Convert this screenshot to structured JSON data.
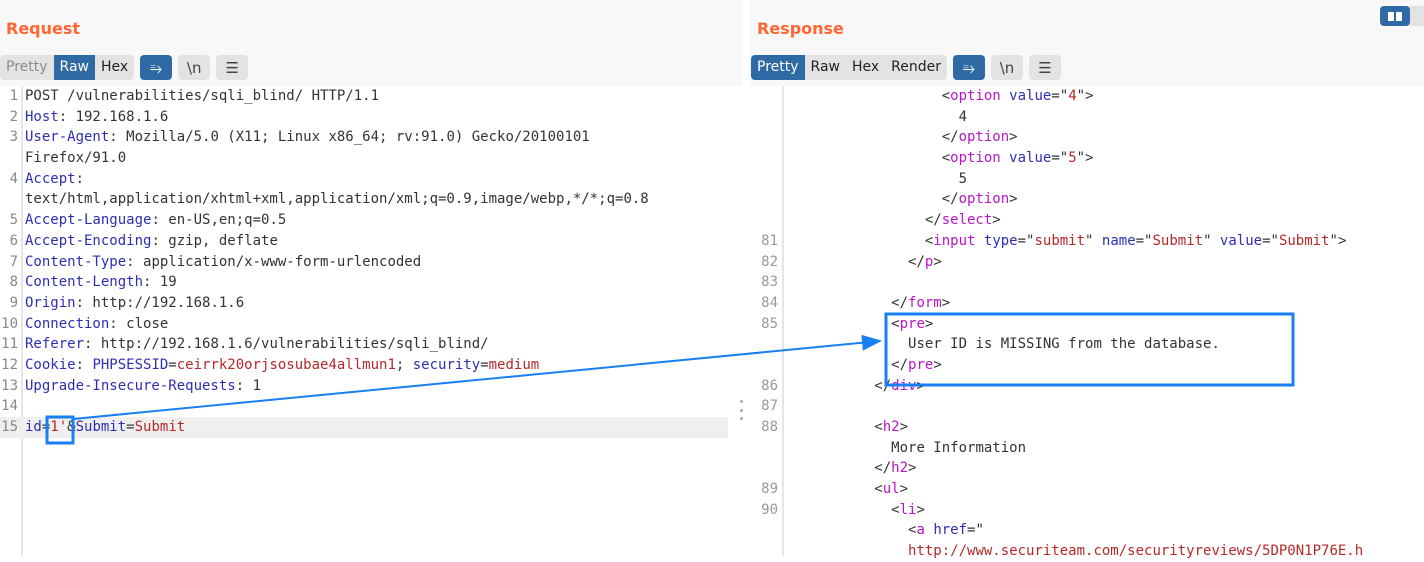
{
  "request": {
    "title": "Request",
    "view_tabs": [
      {
        "label": "Pretty",
        "state": "disabled"
      },
      {
        "label": "Raw",
        "state": "active"
      },
      {
        "label": "Hex",
        "state": "normal"
      }
    ],
    "wrap_icon": "⥱",
    "newline_label": "\\n",
    "menu_icon": "☰",
    "lines": [
      {
        "n": "1",
        "parts": [
          {
            "t": "POST /vulnerabilities/sqli_blind/ HTTP/1.1",
            "c": ""
          }
        ]
      },
      {
        "n": "2",
        "parts": [
          {
            "t": "Host",
            "c": "k"
          },
          {
            "t": ": 192.168.1.6",
            "c": ""
          }
        ]
      },
      {
        "n": "3",
        "parts": [
          {
            "t": "User-Agent",
            "c": "k"
          },
          {
            "t": ": Mozilla/5.0 (X11; Linux x86_64; rv:91.0) Gecko/20100101",
            "c": ""
          }
        ]
      },
      {
        "n": "",
        "parts": [
          {
            "t": "Firefox/91.0",
            "c": ""
          }
        ]
      },
      {
        "n": "4",
        "parts": [
          {
            "t": "Accept",
            "c": "k"
          },
          {
            "t": ":",
            "c": ""
          }
        ]
      },
      {
        "n": "",
        "parts": [
          {
            "t": "text/html,application/xhtml+xml,application/xml;q=0.9,image/webp,*/*;q=0.8",
            "c": ""
          }
        ]
      },
      {
        "n": "5",
        "parts": [
          {
            "t": "Accept-Language",
            "c": "k"
          },
          {
            "t": ": en-US,en;q=0.5",
            "c": ""
          }
        ]
      },
      {
        "n": "6",
        "parts": [
          {
            "t": "Accept-Encoding",
            "c": "k"
          },
          {
            "t": ": gzip, deflate",
            "c": ""
          }
        ]
      },
      {
        "n": "7",
        "parts": [
          {
            "t": "Content-Type",
            "c": "k"
          },
          {
            "t": ": application/x-www-form-urlencoded",
            "c": ""
          }
        ]
      },
      {
        "n": "8",
        "parts": [
          {
            "t": "Content-Length",
            "c": "k"
          },
          {
            "t": ": 19",
            "c": ""
          }
        ]
      },
      {
        "n": "9",
        "parts": [
          {
            "t": "Origin",
            "c": "k"
          },
          {
            "t": ": http://192.168.1.6",
            "c": ""
          }
        ]
      },
      {
        "n": "10",
        "parts": [
          {
            "t": "Connection",
            "c": "k"
          },
          {
            "t": ": close",
            "c": ""
          }
        ]
      },
      {
        "n": "11",
        "parts": [
          {
            "t": "Referer",
            "c": "k"
          },
          {
            "t": ": http://192.168.1.6/vulnerabilities/sqli_blind/",
            "c": ""
          }
        ]
      },
      {
        "n": "12",
        "parts": [
          {
            "t": "Cookie",
            "c": "k"
          },
          {
            "t": ": ",
            "c": ""
          },
          {
            "t": "PHPSESSID",
            "c": "k"
          },
          {
            "t": "=",
            "c": ""
          },
          {
            "t": "ceirrk20orjsosubae4allmun1",
            "c": "v"
          },
          {
            "t": "; ",
            "c": ""
          },
          {
            "t": "security",
            "c": "k"
          },
          {
            "t": "=",
            "c": ""
          },
          {
            "t": "medium",
            "c": "v"
          }
        ]
      },
      {
        "n": "13",
        "parts": [
          {
            "t": "Upgrade-Insecure-Requests",
            "c": "k"
          },
          {
            "t": ": 1",
            "c": ""
          }
        ]
      },
      {
        "n": "14",
        "parts": []
      },
      {
        "n": "15",
        "hl": true,
        "parts": [
          {
            "t": "id",
            "c": "k"
          },
          {
            "t": "=",
            "c": ""
          },
          {
            "t": "1'",
            "c": "v"
          },
          {
            "t": "&",
            "c": ""
          },
          {
            "t": "Submit",
            "c": "k"
          },
          {
            "t": "=",
            "c": ""
          },
          {
            "t": "Submit",
            "c": "v"
          }
        ]
      }
    ]
  },
  "response": {
    "title": "Response",
    "view_tabs": [
      {
        "label": "Pretty",
        "state": "active"
      },
      {
        "label": "Raw",
        "state": "normal"
      },
      {
        "label": "Hex",
        "state": "normal"
      },
      {
        "label": "Render",
        "state": "normal"
      }
    ],
    "wrap_icon": "⥱",
    "newline_label": "\\n",
    "menu_icon": "☰",
    "lines": [
      {
        "n": "",
        "indent": 18,
        "parts": [
          {
            "t": "<",
            "c": ""
          },
          {
            "t": "option",
            "c": "tag"
          },
          {
            "t": " ",
            "c": ""
          },
          {
            "t": "value",
            "c": "attr"
          },
          {
            "t": "=\"",
            "c": ""
          },
          {
            "t": "4",
            "c": "str"
          },
          {
            "t": "\">",
            "c": ""
          }
        ]
      },
      {
        "n": "",
        "indent": 20,
        "parts": [
          {
            "t": "4",
            "c": ""
          }
        ]
      },
      {
        "n": "",
        "indent": 18,
        "parts": [
          {
            "t": "</",
            "c": ""
          },
          {
            "t": "option",
            "c": "tag"
          },
          {
            "t": ">",
            "c": ""
          }
        ]
      },
      {
        "n": "",
        "indent": 18,
        "parts": [
          {
            "t": "<",
            "c": ""
          },
          {
            "t": "option",
            "c": "tag"
          },
          {
            "t": " ",
            "c": ""
          },
          {
            "t": "value",
            "c": "attr"
          },
          {
            "t": "=\"",
            "c": ""
          },
          {
            "t": "5",
            "c": "str"
          },
          {
            "t": "\">",
            "c": ""
          }
        ]
      },
      {
        "n": "",
        "indent": 20,
        "parts": [
          {
            "t": "5",
            "c": ""
          }
        ]
      },
      {
        "n": "",
        "indent": 18,
        "parts": [
          {
            "t": "</",
            "c": ""
          },
          {
            "t": "option",
            "c": "tag"
          },
          {
            "t": ">",
            "c": ""
          }
        ]
      },
      {
        "n": "",
        "indent": 16,
        "parts": [
          {
            "t": "</",
            "c": ""
          },
          {
            "t": "select",
            "c": "tag"
          },
          {
            "t": ">",
            "c": ""
          }
        ]
      },
      {
        "n": "81",
        "indent": 16,
        "parts": [
          {
            "t": "<",
            "c": ""
          },
          {
            "t": "input",
            "c": "tag"
          },
          {
            "t": " ",
            "c": ""
          },
          {
            "t": "type",
            "c": "attr"
          },
          {
            "t": "=\"",
            "c": ""
          },
          {
            "t": "submit",
            "c": "str"
          },
          {
            "t": "\" ",
            "c": ""
          },
          {
            "t": "name",
            "c": "attr"
          },
          {
            "t": "=\"",
            "c": ""
          },
          {
            "t": "Submit",
            "c": "str"
          },
          {
            "t": "\" ",
            "c": ""
          },
          {
            "t": "value",
            "c": "attr"
          },
          {
            "t": "=\"",
            "c": ""
          },
          {
            "t": "Submit",
            "c": "str"
          },
          {
            "t": "\">",
            "c": ""
          }
        ]
      },
      {
        "n": "82",
        "indent": 14,
        "parts": [
          {
            "t": "</",
            "c": ""
          },
          {
            "t": "p",
            "c": "tag"
          },
          {
            "t": ">",
            "c": ""
          }
        ]
      },
      {
        "n": "83",
        "indent": 0,
        "parts": []
      },
      {
        "n": "84",
        "indent": 12,
        "parts": [
          {
            "t": "</",
            "c": ""
          },
          {
            "t": "form",
            "c": "tag"
          },
          {
            "t": ">",
            "c": ""
          }
        ]
      },
      {
        "n": "85",
        "indent": 12,
        "parts": [
          {
            "t": "<",
            "c": ""
          },
          {
            "t": "pre",
            "c": "tag"
          },
          {
            "t": ">",
            "c": ""
          }
        ]
      },
      {
        "n": "",
        "indent": 14,
        "parts": [
          {
            "t": "User ID is MISSING from the database.",
            "c": ""
          }
        ]
      },
      {
        "n": "",
        "indent": 12,
        "parts": [
          {
            "t": "</",
            "c": ""
          },
          {
            "t": "pre",
            "c": "tag"
          },
          {
            "t": ">",
            "c": ""
          }
        ]
      },
      {
        "n": "86",
        "indent": 10,
        "parts": [
          {
            "t": "</",
            "c": ""
          },
          {
            "t": "div",
            "c": "tag"
          },
          {
            "t": ">",
            "c": ""
          }
        ]
      },
      {
        "n": "87",
        "indent": 0,
        "parts": []
      },
      {
        "n": "88",
        "indent": 10,
        "parts": [
          {
            "t": "<",
            "c": ""
          },
          {
            "t": "h2",
            "c": "tag"
          },
          {
            "t": ">",
            "c": ""
          }
        ]
      },
      {
        "n": "",
        "indent": 12,
        "parts": [
          {
            "t": "More Information",
            "c": ""
          }
        ]
      },
      {
        "n": "",
        "indent": 10,
        "parts": [
          {
            "t": "</",
            "c": ""
          },
          {
            "t": "h2",
            "c": "tag"
          },
          {
            "t": ">",
            "c": ""
          }
        ]
      },
      {
        "n": "89",
        "indent": 10,
        "parts": [
          {
            "t": "<",
            "c": ""
          },
          {
            "t": "ul",
            "c": "tag"
          },
          {
            "t": ">",
            "c": ""
          }
        ]
      },
      {
        "n": "90",
        "indent": 12,
        "parts": [
          {
            "t": "<",
            "c": ""
          },
          {
            "t": "li",
            "c": "tag"
          },
          {
            "t": ">",
            "c": ""
          }
        ]
      },
      {
        "n": "",
        "indent": 14,
        "parts": [
          {
            "t": "<",
            "c": ""
          },
          {
            "t": "a",
            "c": "tag"
          },
          {
            "t": " ",
            "c": ""
          },
          {
            "t": "href",
            "c": "attr"
          },
          {
            "t": "=\"",
            "c": ""
          }
        ]
      },
      {
        "n": "",
        "indent": 14,
        "parts": [
          {
            "t": "http://www.securiteam.com/securityreviews/5DP0N1P76E.h",
            "c": "str"
          }
        ]
      }
    ]
  },
  "annotations": {
    "color": "#1a7ff0",
    "source": "injected id value 1'",
    "target": "pre block: User ID is MISSING from the database."
  }
}
